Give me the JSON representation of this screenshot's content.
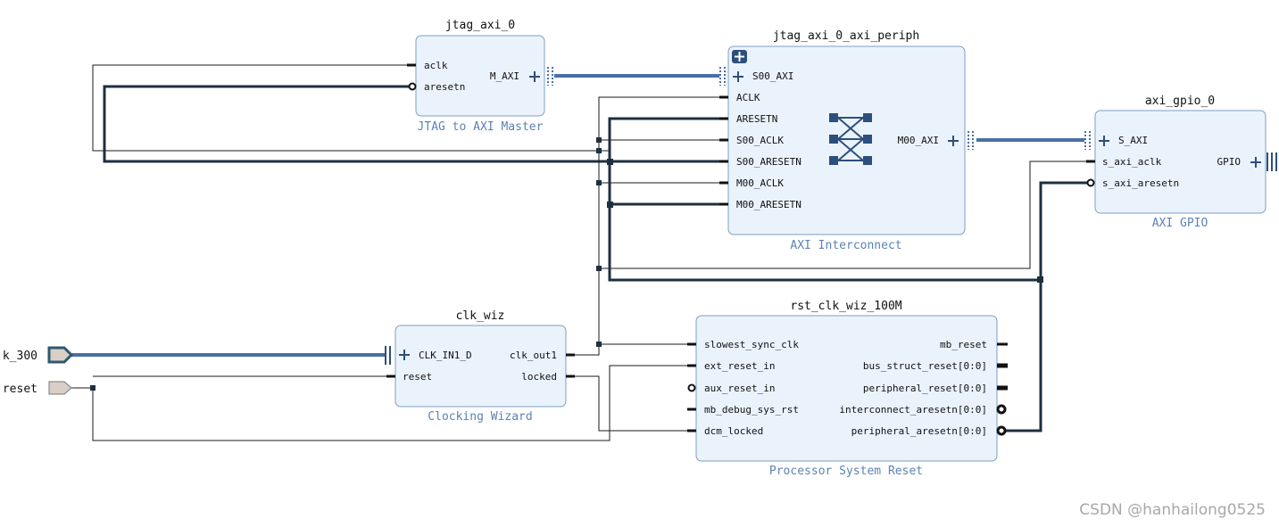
{
  "blocks": {
    "jtag": {
      "name": "jtag_axi_0",
      "subtitle": "JTAG to AXI Master",
      "pins": {
        "aclk": "aclk",
        "aresetn": "aresetn",
        "maxi": "M_AXI"
      }
    },
    "periph": {
      "name": "jtag_axi_0_axi_periph",
      "subtitle": "AXI Interconnect",
      "pins": {
        "s00_axi": "S00_AXI",
        "aclk": "ACLK",
        "aresetn": "ARESETN",
        "s00_aclk": "S00_ACLK",
        "s00_aresetn": "S00_ARESETN",
        "m00_aclk": "M00_ACLK",
        "m00_aresetn": "M00_ARESETN",
        "m00_axi": "M00_AXI"
      }
    },
    "gpio": {
      "name": "axi_gpio_0",
      "subtitle": "AXI GPIO",
      "pins": {
        "s_axi": "S_AXI",
        "s_axi_aclk": "s_axi_aclk",
        "s_axi_aresetn": "s_axi_aresetn",
        "gpio": "GPIO"
      }
    },
    "clk": {
      "name": "clk_wiz",
      "subtitle": "Clocking Wizard",
      "pins": {
        "clk_in1_d": "CLK_IN1_D",
        "reset": "reset",
        "clk_out1": "clk_out1",
        "locked": "locked"
      }
    },
    "rst": {
      "name": "rst_clk_wiz_100M",
      "subtitle": "Processor System Reset",
      "pins": {
        "slowest_sync_clk": "slowest_sync_clk",
        "ext_reset_in": "ext_reset_in",
        "aux_reset_in": "aux_reset_in",
        "mb_debug_sys_rst": "mb_debug_sys_rst",
        "dcm_locked": "dcm_locked",
        "mb_reset": "mb_reset",
        "bus_struct_reset": "bus_struct_reset[0:0]",
        "peripheral_reset": "peripheral_reset[0:0]",
        "interconnect_aresetn": "interconnect_aresetn[0:0]",
        "peripheral_aresetn": "peripheral_aresetn[0:0]"
      }
    }
  },
  "external_ports": {
    "clk_300": "k_300",
    "reset": "reset"
  },
  "watermark": "CSDN @hanhailong0525",
  "colors": {
    "block_fill": "#eaf3fc",
    "block_border": "#7f9fbf",
    "bus": "#4a6fa5",
    "wire": "#1a1a1a",
    "subtitle": "#5b83b3",
    "port_fill": "#d9cfc7"
  }
}
